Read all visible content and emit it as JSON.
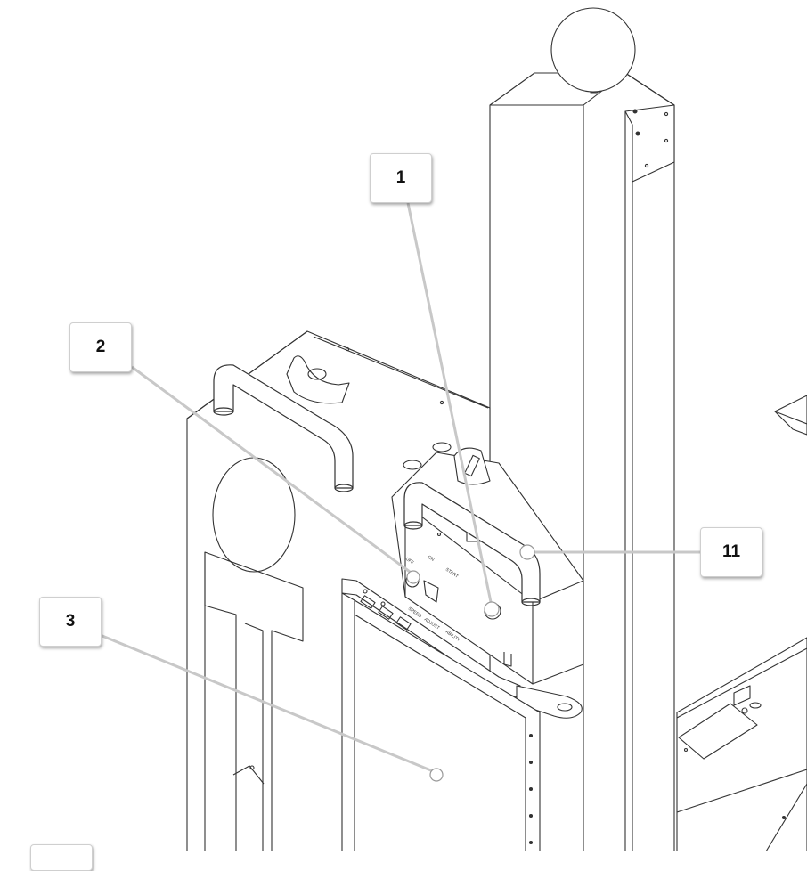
{
  "callouts": [
    {
      "id": "1",
      "label": "1"
    },
    {
      "id": "2",
      "label": "2"
    },
    {
      "id": "11",
      "label": "11"
    },
    {
      "id": "3",
      "label": "3"
    }
  ],
  "panel_labels": {
    "top_left": "OFF",
    "top_mid": "ON",
    "top_right": "START",
    "bottom_a": "SPEED",
    "bottom_b": "ADJUST",
    "bottom_c": "ABILITY"
  }
}
